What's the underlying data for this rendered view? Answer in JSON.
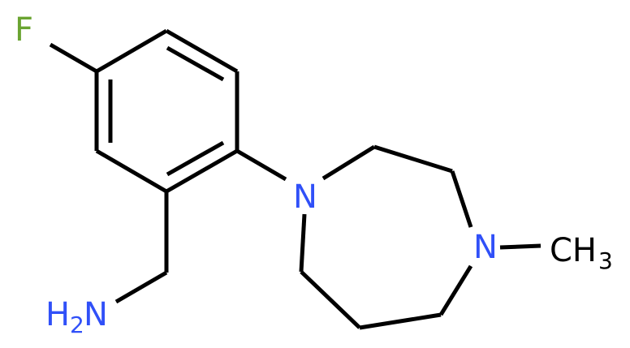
{
  "molecule": {
    "atoms": {
      "fluorine": {
        "symbol": "F",
        "color": "#6aa431"
      },
      "amine": {
        "symbol": "H",
        "subscript": "2",
        "suffix": "N",
        "color": "#3050f8"
      },
      "ring_nitrogen_aryl": {
        "symbol": "N",
        "color": "#3050f8"
      },
      "ring_nitrogen_methyl": {
        "symbol": "N",
        "color": "#3050f8"
      },
      "methyl": {
        "symbol": "CH",
        "subscript": "3",
        "color": "#000000"
      }
    },
    "bond_color": "#000000",
    "background": "#ffffff"
  }
}
